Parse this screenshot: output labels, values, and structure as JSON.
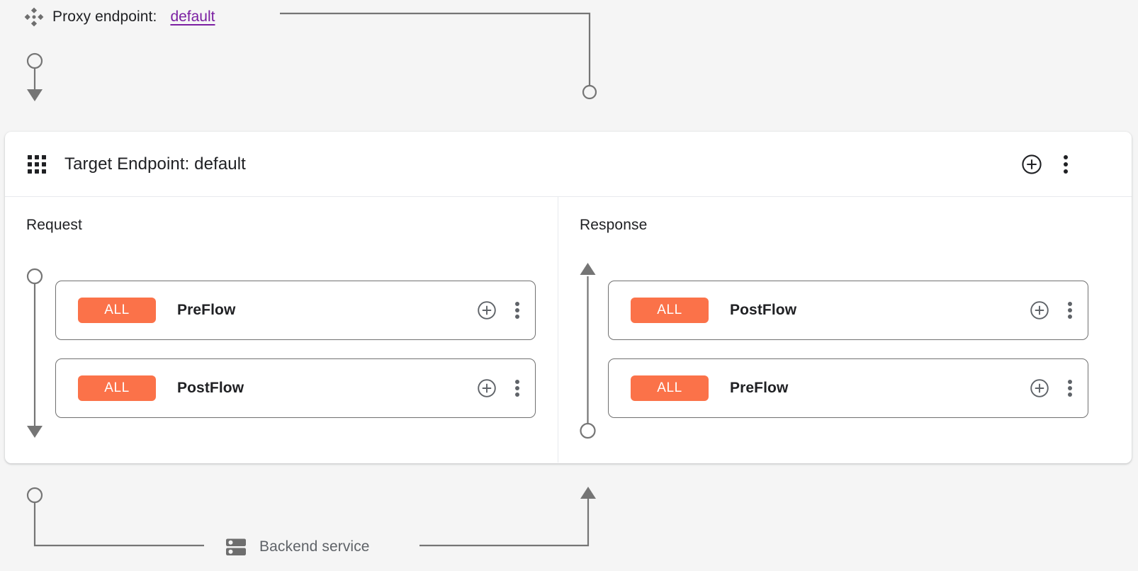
{
  "proxy": {
    "icon": "proxy-endpoint-icon",
    "label": "Proxy endpoint:",
    "value": "default"
  },
  "target_panel": {
    "icon": "apps-grid-icon",
    "title": "Target Endpoint: default",
    "add_icon": "plus-circle-icon",
    "menu_icon": "more-vert-icon",
    "columns": [
      {
        "key": "request",
        "title": "Request",
        "direction": "down",
        "cards": [
          {
            "badge": "ALL",
            "name": "PreFlow",
            "add_icon": "plus-circle-icon",
            "menu_icon": "more-vert-icon"
          },
          {
            "badge": "ALL",
            "name": "PostFlow",
            "add_icon": "plus-circle-icon",
            "menu_icon": "more-vert-icon"
          }
        ]
      },
      {
        "key": "response",
        "title": "Response",
        "direction": "up",
        "cards": [
          {
            "badge": "ALL",
            "name": "PostFlow",
            "add_icon": "plus-circle-icon",
            "menu_icon": "more-vert-icon"
          },
          {
            "badge": "ALL",
            "name": "PreFlow",
            "add_icon": "plus-circle-icon",
            "menu_icon": "more-vert-icon"
          }
        ]
      }
    ]
  },
  "backend": {
    "icon": "server-rack-icon",
    "label": "Backend service"
  },
  "colors": {
    "badge_orange": "#fb7249",
    "link_purple": "#7b1fa2",
    "wire_gray": "#757575",
    "card_border": "#707070",
    "canvas_bg": "#f5f5f5",
    "panel_bg": "#ffffff"
  }
}
